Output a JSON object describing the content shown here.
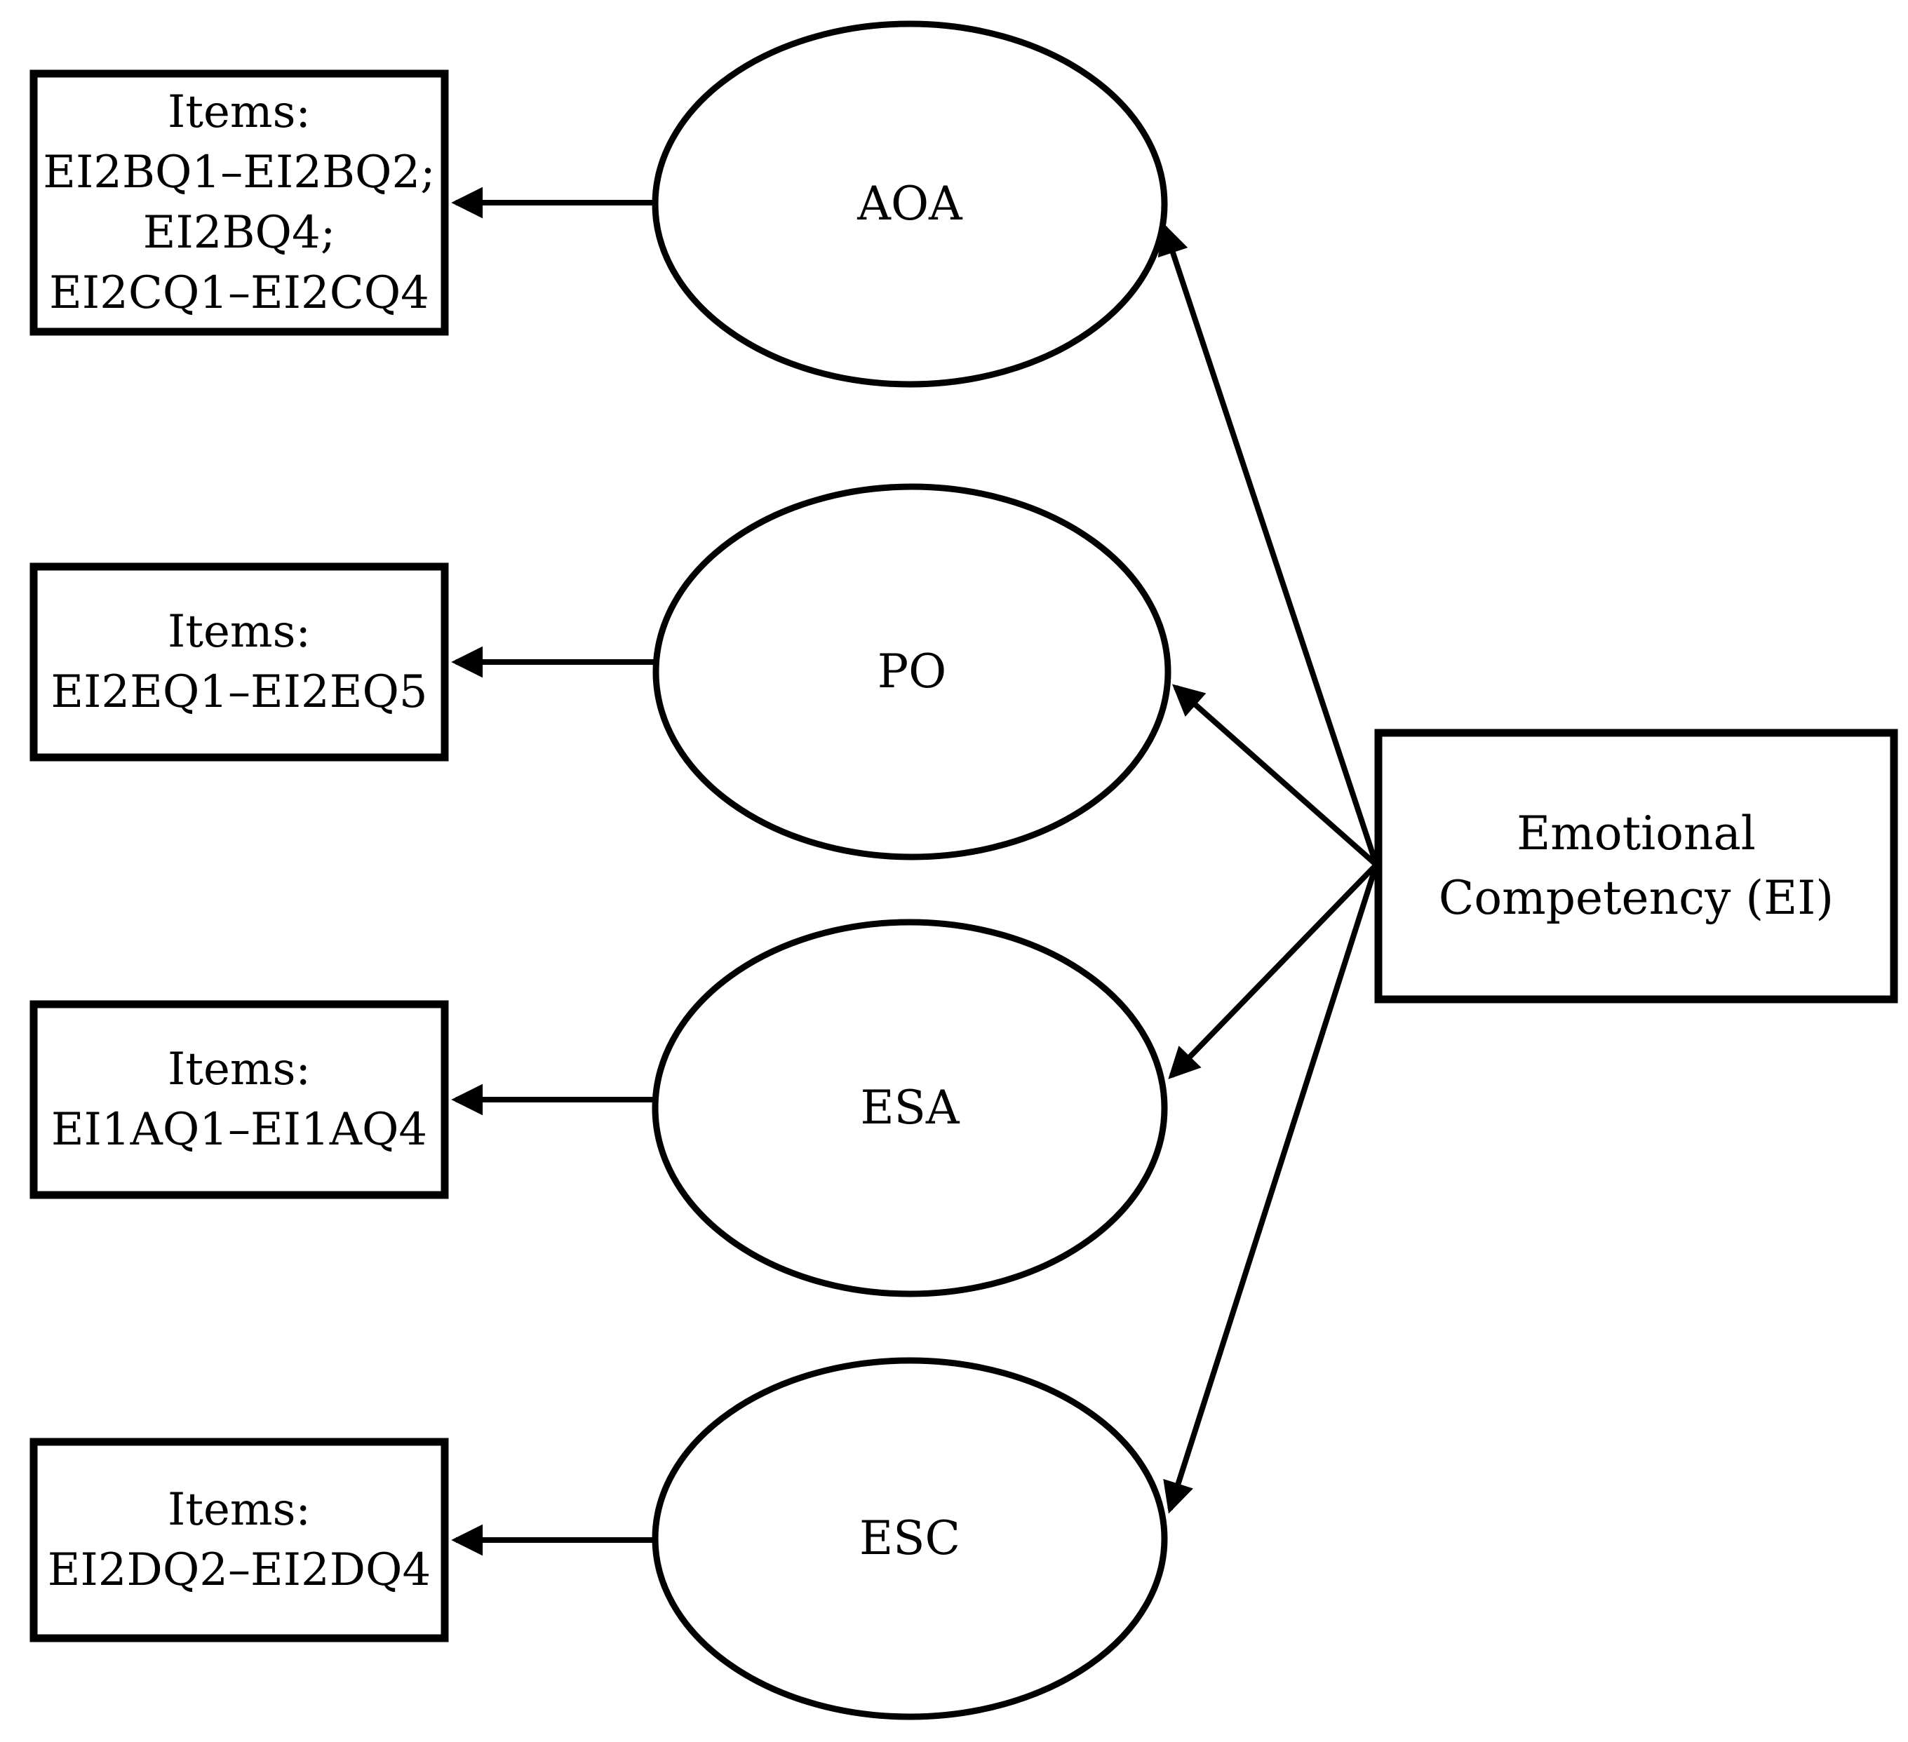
{
  "diagram": {
    "type": "latent-factor-measurement-model",
    "colors": {
      "background": "#ffffff",
      "stroke": "#000000",
      "text": "#000000"
    },
    "ei_box": {
      "label": "Emotional\nCompetency (EI)"
    },
    "factors": [
      {
        "label": "AOA",
        "items": "Items:\nEI2BQ1–EI2BQ2;\nEI2BQ4;\nEI2CQ1–EI2CQ4"
      },
      {
        "label": "PO",
        "items": "Items:\nEI2EQ1–EI2EQ5"
      },
      {
        "label": "ESA",
        "items": "Items:\nEI1AQ1–EI1AQ4"
      },
      {
        "label": "ESC",
        "items": "Items:\nEI2DQ2–EI2DQ4"
      }
    ],
    "edges": [
      {
        "from": "Emotional Competency (EI)",
        "to": "AOA"
      },
      {
        "from": "Emotional Competency (EI)",
        "to": "PO"
      },
      {
        "from": "Emotional Competency (EI)",
        "to": "ESA"
      },
      {
        "from": "Emotional Competency (EI)",
        "to": "ESC"
      },
      {
        "from": "AOA",
        "to": "Items: EI2BQ1–EI2BQ2; EI2BQ4; EI2CQ1–EI2CQ4"
      },
      {
        "from": "PO",
        "to": "Items: EI2EQ1–EI2EQ5"
      },
      {
        "from": "ESA",
        "to": "Items: EI1AQ1–EI1AQ4"
      },
      {
        "from": "ESC",
        "to": "Items: EI2DQ2–EI2DQ4"
      }
    ]
  }
}
